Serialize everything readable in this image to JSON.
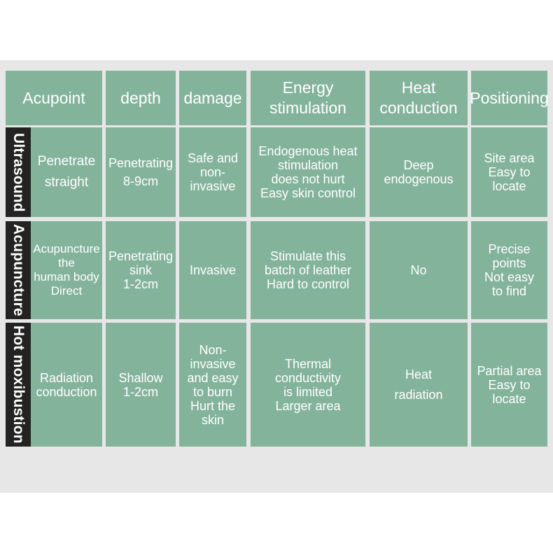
{
  "table": {
    "headers": [
      "Acupoint",
      "depth",
      "damage",
      "Energy\nstimulation",
      "Heat\nconduction",
      "Positioning"
    ],
    "rows": [
      {
        "label": "Ultrasound",
        "cells": [
          "Penetrate\nstraight",
          "Penetrating\n8-9cm",
          "Safe and\nnon-\ninvasive",
          "Endogenous heat\nstimulation\ndoes not hurt\nEasy skin control",
          "Deep\nendogenous",
          "Site area\nEasy to\nlocate"
        ]
      },
      {
        "label": "Acupuncture",
        "cells": [
          "Acupuncture\nthe\nhuman body\nDirect",
          "Penetrating\nsink\n1-2cm",
          "Invasive",
          "Stimulate this\nbatch of leather\nHard to control",
          "No",
          "Precise\npoints\nNot easy\nto find"
        ]
      },
      {
        "label": "Hot moxibustion",
        "cells": [
          "Radiation\nconduction",
          "Shallow\n1-2cm",
          "Non-\ninvasive\nand easy\nto burn\nHurt the\nskin",
          "Thermal\nconductivity\nis limited\nLarger area",
          "Heat\nradiation",
          "Partial area\nEasy to\nlocate"
        ]
      }
    ]
  },
  "colors": {
    "cell": "#84b39c",
    "label_bg": "#232323",
    "panel": "#e7e7e7"
  }
}
